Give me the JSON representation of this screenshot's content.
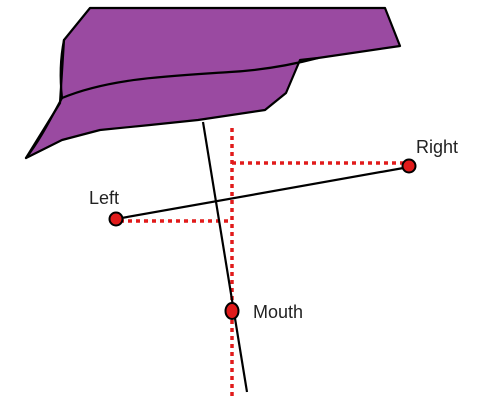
{
  "points": {
    "left": {
      "label": "Left"
    },
    "right": {
      "label": "Right"
    },
    "mouth": {
      "label": "Mouth"
    }
  },
  "colors": {
    "hat": "#9a4aa1",
    "outline": "#000000",
    "guide": "#e11b1b",
    "marker_fill": "#e11b1b",
    "marker_stroke": "#000000",
    "label": "#222222"
  }
}
